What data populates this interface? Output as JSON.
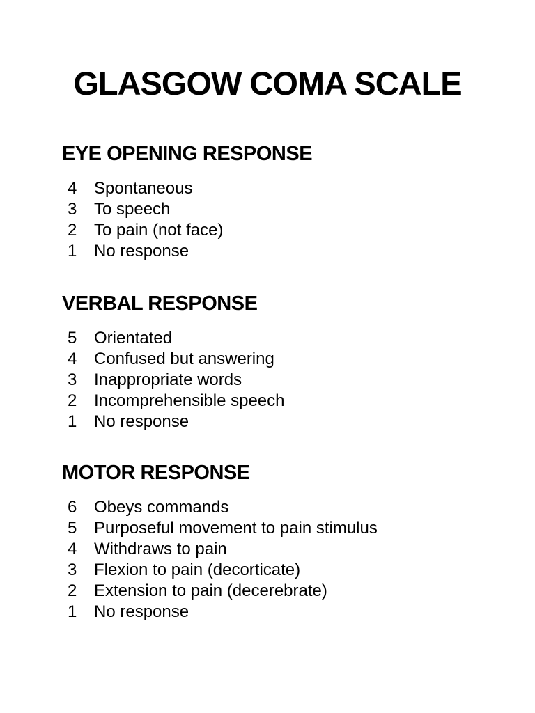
{
  "document": {
    "title": "GLASGOW COMA SCALE",
    "colors": {
      "text": "#000000",
      "background": "#ffffff"
    },
    "sections": [
      {
        "heading": "EYE OPENING RESPONSE",
        "items": [
          {
            "score": "4",
            "label": "Spontaneous"
          },
          {
            "score": "3",
            "label": "To speech"
          },
          {
            "score": "2",
            "label": "To pain (not face)"
          },
          {
            "score": "1",
            "label": "No response"
          }
        ]
      },
      {
        "heading": "VERBAL RESPONSE",
        "items": [
          {
            "score": "5",
            "label": "Orientated"
          },
          {
            "score": "4",
            "label": "Confused but answering"
          },
          {
            "score": "3",
            "label": "Inappropriate words"
          },
          {
            "score": "2",
            "label": "Incomprehensible speech"
          },
          {
            "score": "1",
            "label": "No response"
          }
        ]
      },
      {
        "heading": "MOTOR RESPONSE",
        "items": [
          {
            "score": "6",
            "label": "Obeys commands"
          },
          {
            "score": "5",
            "label": "Purposeful movement to pain stimulus"
          },
          {
            "score": "4",
            "label": "Withdraws to pain"
          },
          {
            "score": "3",
            "label": "Flexion to pain (decorticate)"
          },
          {
            "score": "2",
            "label": "Extension to pain (decerebrate)"
          },
          {
            "score": "1",
            "label": "No response"
          }
        ]
      }
    ]
  }
}
